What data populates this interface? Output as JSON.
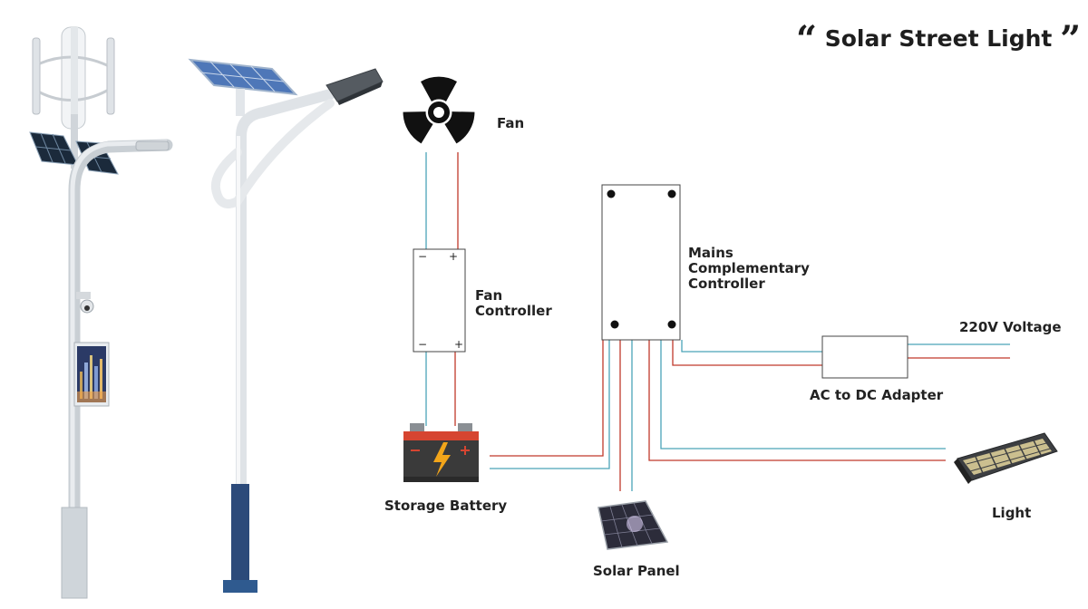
{
  "title": {
    "text": "Solar Street Light",
    "open_quote": "“",
    "close_quote": "”"
  },
  "components": {
    "fan": "Fan",
    "fan_controller": [
      "Fan",
      "Controller"
    ],
    "mains_controller": [
      "Mains",
      "Complementary",
      "Controller"
    ],
    "voltage": "220V Voltage",
    "adapter": "AC to DC Adapter",
    "battery": "Storage Battery",
    "solar_panel": "Solar Panel",
    "light": "Light"
  },
  "terminals": {
    "minus": "−",
    "plus": "+"
  },
  "colors": {
    "positive_wire": "#c0392b",
    "negative_wire": "#4aa3b8",
    "title": "#1e1e1e",
    "pole_white": "#eef1f3",
    "pole_base": "#2c4a7a",
    "battery_body": "#3a3a3a",
    "battery_terminals": "#d64531",
    "bolt": "#f2a51a"
  },
  "icons": [
    "fan-icon",
    "battery-icon",
    "bolt-icon",
    "solar-panel-icon",
    "street-light-icon",
    "wind-turbine-icon",
    "camera-icon",
    "display-screen-icon"
  ]
}
